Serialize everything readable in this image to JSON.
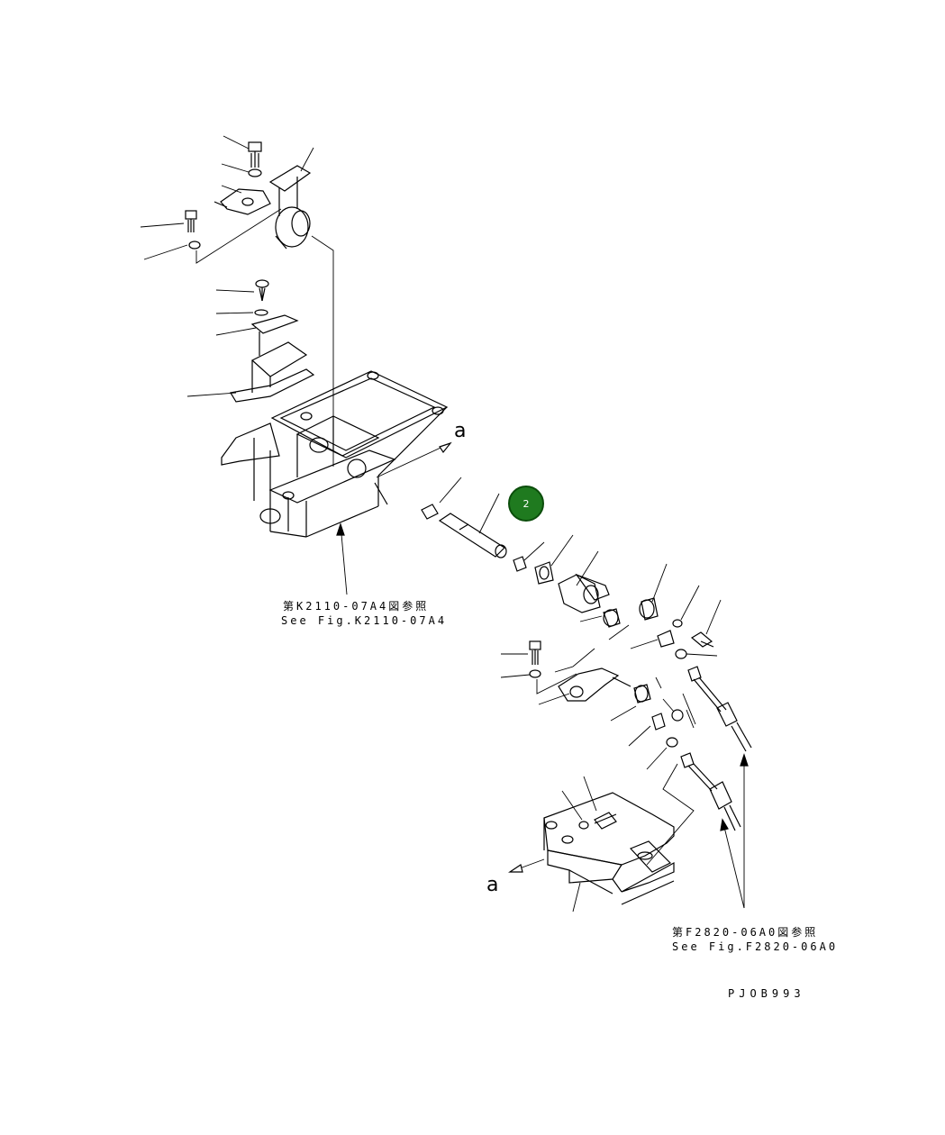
{
  "ref_k2110_jp": "第K2110-07A4図参照",
  "ref_k2110_en": "See Fig.K2110-07A4",
  "ref_f2820_jp": "第F2820-06A0図参照",
  "ref_f2820_en": "See Fig.F2820-06A0",
  "letter_a_top": "a",
  "letter_a_bottom": "a",
  "callout_number": "2",
  "drawing_code": "PJOB993",
  "colors": {
    "callout_fill": "#1f7a1f",
    "line": "#000000"
  }
}
